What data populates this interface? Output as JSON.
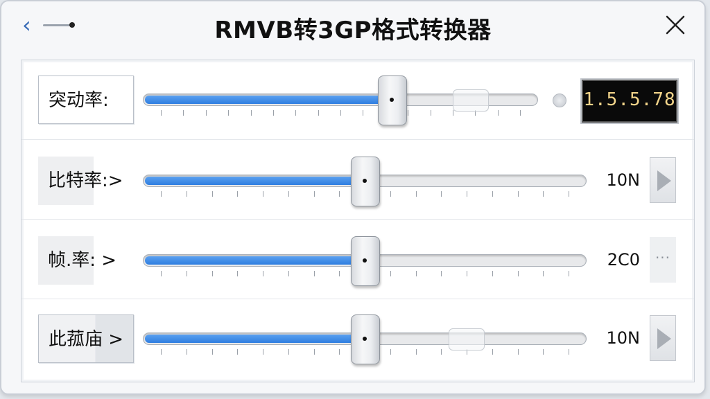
{
  "window": {
    "title": "RMVB转3GP格式转换器",
    "back_icon": "chevron-left-icon",
    "close_icon": "close-icon",
    "accent_color": "#2f7ee0"
  },
  "rows": [
    {
      "label": "突动率:",
      "slider_fraction": 0.63,
      "display": "1.5.5.78",
      "control": "radio-dot"
    },
    {
      "label": "比特率:>",
      "slider_fraction": 0.5,
      "display": "10N",
      "control": "play-arrow-icon"
    },
    {
      "label": "帧.率: >",
      "slider_fraction": 0.5,
      "display": "2C0",
      "control": "more-icon",
      "more_text": "···"
    },
    {
      "label": "此菰庙 >",
      "slider_fraction": 0.5,
      "display": "10N",
      "control": "play-arrow-icon"
    }
  ]
}
